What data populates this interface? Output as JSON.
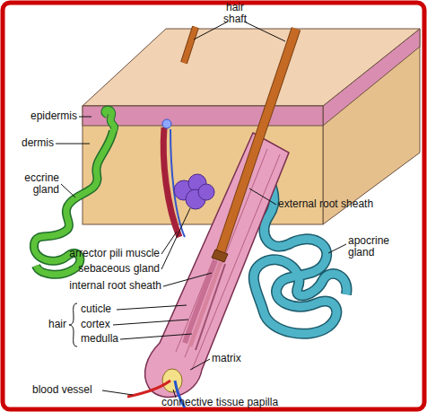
{
  "diagram": {
    "labels": [
      "hair shaft",
      "epidermis",
      "dermis",
      "eccrine gland",
      "external root sheath",
      "apocrine gland",
      "arrector pili muscle",
      "sebaceous gland",
      "internal root sheath",
      "hair",
      "cuticle",
      "cortex",
      "medulla",
      "matrix",
      "blood vessel",
      "connective tissue papilla"
    ]
  }
}
